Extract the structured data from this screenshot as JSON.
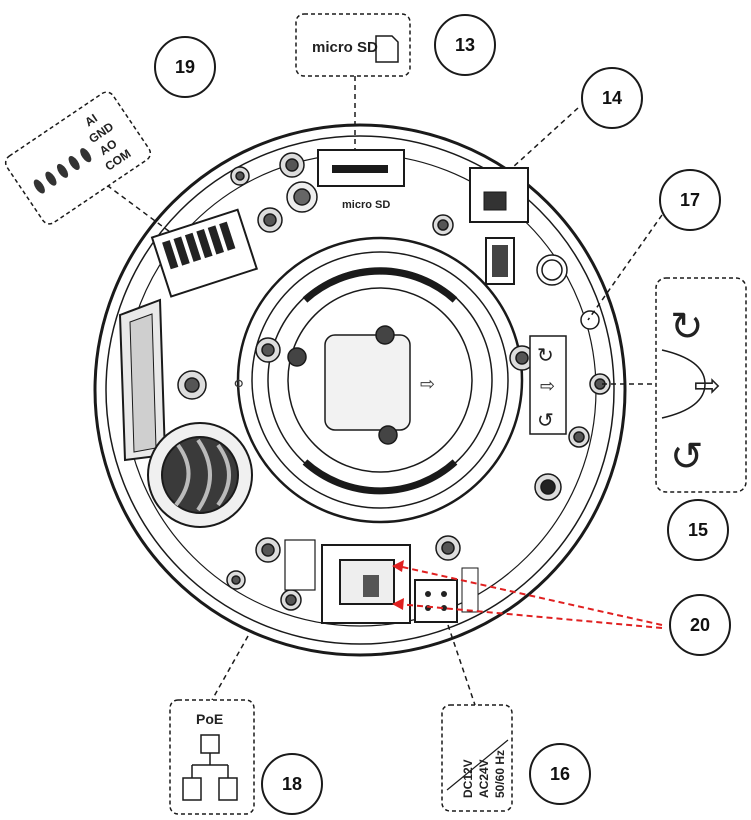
{
  "callouts": {
    "c13": "13",
    "c14": "14",
    "c15": "15",
    "c16": "16",
    "c17": "17",
    "c18": "18",
    "c19": "19",
    "c20": "20"
  },
  "insets": {
    "microsd_logo": "micro SD",
    "alarm_terminal": [
      "AI",
      "GND",
      "AO",
      "COM"
    ],
    "poe_label": "PoE",
    "power_spec": [
      "DC12V",
      "AC24V",
      "50/60 Hz"
    ]
  },
  "colors": {
    "line": "#1a1a1a",
    "highlight_arrow": "#e02020",
    "fill_light": "#f2f2f2",
    "fill_dark": "#2a2a2a"
  }
}
